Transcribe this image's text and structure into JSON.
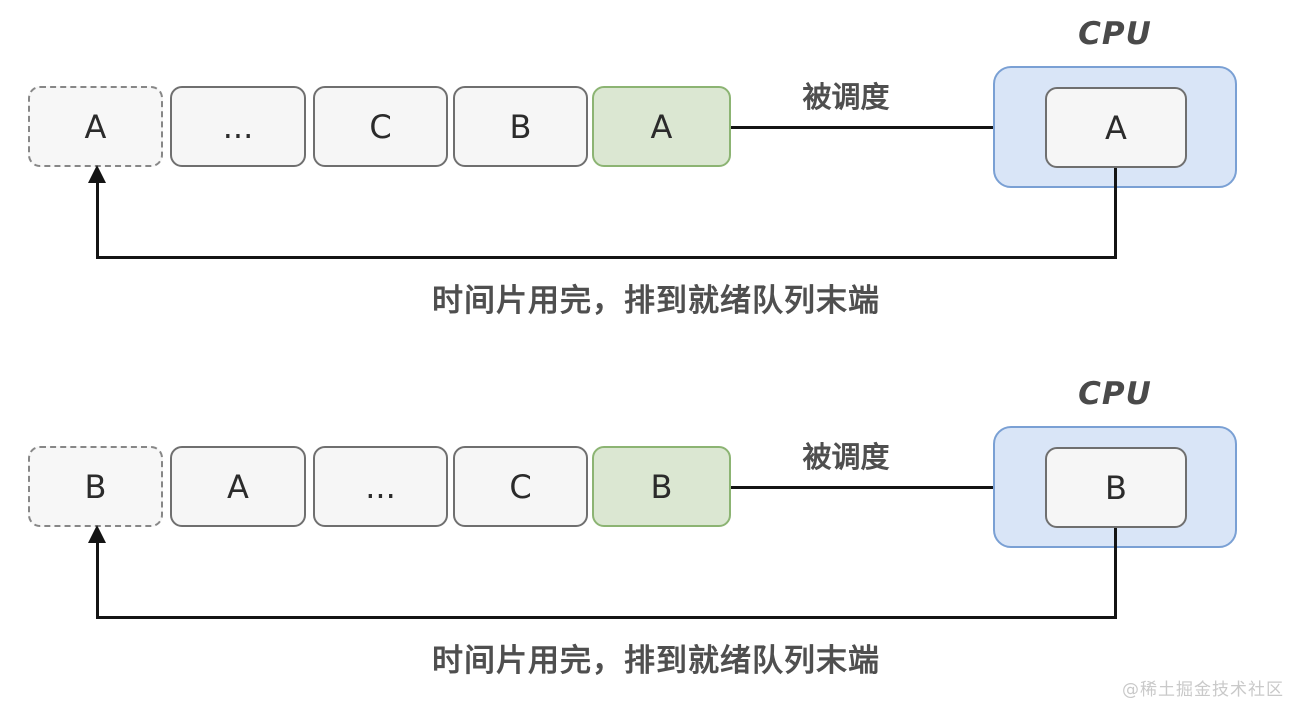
{
  "colors": {
    "box-fill": "#f6f6f6",
    "box-border": "#6f6f6f",
    "green-fill": "#dbe7d2",
    "green-border": "#8cb473",
    "blue-fill": "#d9e5f7",
    "blue-border": "#7aa0d4",
    "line-color": "#141414",
    "label-color": "#4f4f4f",
    "watermark-color": "#c9c9c9"
  },
  "rows": [
    {
      "cpu_label": "CPU",
      "scheduled_label": "被调度",
      "timeslice_label": "时间片用完，排到就绪队列末端",
      "cpu_process": "A",
      "queue": [
        {
          "label": "A",
          "state": "ghost-tail"
        },
        {
          "label": "...",
          "state": "normal"
        },
        {
          "label": "C",
          "state": "normal"
        },
        {
          "label": "B",
          "state": "normal"
        },
        {
          "label": "A",
          "state": "current-head"
        }
      ]
    },
    {
      "cpu_label": "CPU",
      "scheduled_label": "被调度",
      "timeslice_label": "时间片用完，排到就绪队列末端",
      "cpu_process": "B",
      "queue": [
        {
          "label": "B",
          "state": "ghost-tail"
        },
        {
          "label": "A",
          "state": "normal"
        },
        {
          "label": "...",
          "state": "normal"
        },
        {
          "label": "C",
          "state": "normal"
        },
        {
          "label": "B",
          "state": "current-head"
        }
      ]
    }
  ],
  "watermark": "@稀土掘金技术社区"
}
